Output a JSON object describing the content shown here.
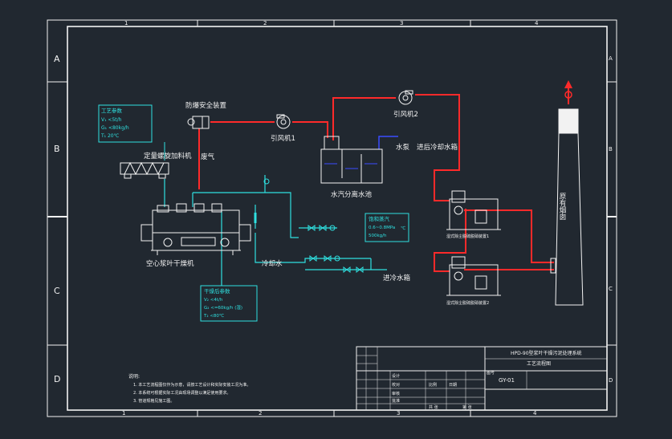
{
  "frame": {
    "col_numbers": [
      "1",
      "2",
      "3",
      "4"
    ],
    "row_letters": [
      "A",
      "B",
      "C",
      "D"
    ]
  },
  "labels": {
    "explosion_device": "防爆安全装置",
    "fan1": "引风机1",
    "fan2": "引风机2",
    "exhaust_gas": "废气",
    "screw_feeder": "定量螺旋加料机",
    "separator_tank": "水汽分离水池",
    "water_pump": "水泵",
    "to_cooling_tank": "进后冷却水箱",
    "dryer": "空心浆叶干燥机",
    "cooling_water": "冷却水",
    "to_cooling_tank_2": "进冷水箱",
    "chimney": "原有烟囱",
    "scrubber1": "湿式除尘脱硫脱硝装置1",
    "scrubber2": "湿式除尘脱硫脱硝装置2"
  },
  "boxes": {
    "process": {
      "title": "工艺参数",
      "lines": [
        "V₁ <5t/h",
        "G₁ <80kg/h",
        "T₁ 20℃"
      ]
    },
    "steam": {
      "title": "饱和蒸汽",
      "lines": [
        "0.6~0.8MPa",
        "500kg/h"
      ],
      "unit": "℃"
    },
    "dry_params": {
      "title": "干燥后参数",
      "lines": [
        "V₂ <4t/h",
        "G₂ <=60kg/h (湿)",
        "T₂ <80℃"
      ]
    }
  },
  "notes": {
    "title": "说明:",
    "items": [
      "1. 本工艺流程图仅作为示意，请按工艺设计和实际安装工况为准。",
      "2. 本系统可根据实际工况由现场调整以满足使用要求。",
      "3. 管道规格见施工图。"
    ]
  },
  "title_block": {
    "title_line1": "HPD-90型浆叶干燥污泥处理系统",
    "title_line2": "工艺流程图",
    "drawing_no": "GY-01",
    "cells": [
      "设计",
      "校对",
      "审核",
      "批准",
      "图号",
      "比例",
      "日期",
      "共 张",
      "第 张"
    ]
  },
  "colors": {
    "background": "#212830",
    "line": "#f2f2f2",
    "gas_pipe": "#ff2a2a",
    "water_pipe": "#2fe0e0",
    "pump_pipe": "#3a4cff"
  }
}
